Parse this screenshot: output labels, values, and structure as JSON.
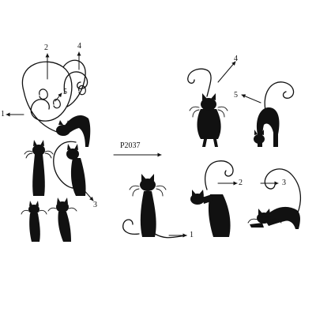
{
  "product_code": "P2037",
  "colors": {
    "ink": "#111111",
    "background": "#ffffff"
  },
  "callouts": {
    "overview": [
      "1",
      "2",
      "4",
      "5",
      "3"
    ],
    "parts": [
      "4",
      "5",
      "2",
      "3",
      "1"
    ]
  }
}
